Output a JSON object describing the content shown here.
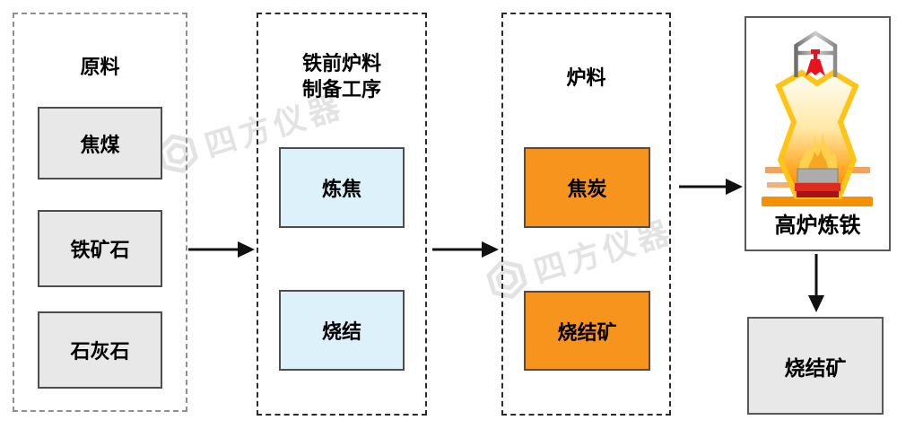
{
  "watermark": {
    "text": "四方仪器"
  },
  "colors": {
    "raw_box_fill": "#e8e8e8",
    "prep_box_fill": "#ddf1fb",
    "burden_box_fill": "#f7941e",
    "box_border": "#4d4d4d",
    "dashed_border_dark": "#2b2b2b",
    "dashed_border_gray": "#8f8f8f",
    "arrow": "#111111",
    "watermark_gray": "#e3e3e3",
    "furnace_outline_yellow": "#ffc414",
    "furnace_base_orange": "#f59000",
    "furnace_valve_red": "#e8131d"
  },
  "raw_materials": {
    "title": "原料",
    "items": [
      "焦煤",
      "铁矿石",
      "石灰石"
    ]
  },
  "preparation": {
    "title_line1": "铁前炉料",
    "title_line2": "制备工序",
    "items": [
      "炼焦",
      "烧结"
    ]
  },
  "burden": {
    "title": "炉料",
    "items": [
      "焦炭",
      "烧结矿"
    ]
  },
  "furnace": {
    "label": "高炉炼铁"
  },
  "output": {
    "label": "烧结矿"
  }
}
